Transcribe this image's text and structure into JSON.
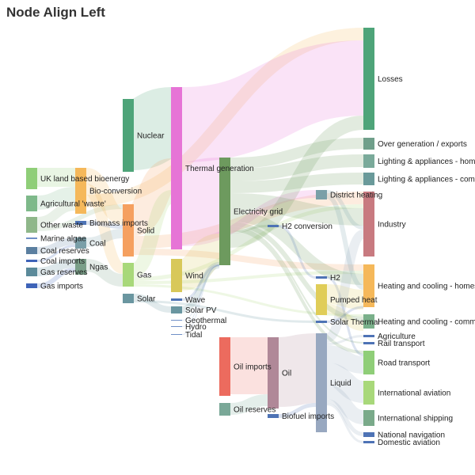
{
  "chart_data": {
    "type": "sankey",
    "title": "Node Align Left",
    "nodes": [
      {
        "id": "uk_land",
        "label": "UK land based bioenergy",
        "color": "#8fce78"
      },
      {
        "id": "agri_waste",
        "label": "Agricultural 'waste'",
        "color": "#7eb98a"
      },
      {
        "id": "other_waste",
        "label": "Other waste",
        "color": "#8fb78a"
      },
      {
        "id": "marine_algae",
        "label": "Marine algae",
        "color": "#6f8fc6"
      },
      {
        "id": "coal_reserves",
        "label": "Coal reserves",
        "color": "#5b7fa0"
      },
      {
        "id": "coal_imports",
        "label": "Coal imports",
        "color": "#3e63b8"
      },
      {
        "id": "gas_reserves",
        "label": "Gas reserves",
        "color": "#5b8a9a"
      },
      {
        "id": "gas_imports",
        "label": "Gas imports",
        "color": "#3e63b8"
      },
      {
        "id": "bio_conversion",
        "label": "Bio-conversion",
        "color": "#f5b85a"
      },
      {
        "id": "biomass_imports",
        "label": "Biomass imports",
        "color": "#4e73b5"
      },
      {
        "id": "coal",
        "label": "Coal",
        "color": "#7a9fa8"
      },
      {
        "id": "ngas",
        "label": "Ngas",
        "color": "#7a9f88"
      },
      {
        "id": "nuclear",
        "label": "Nuclear",
        "color": "#4ea479"
      },
      {
        "id": "solid",
        "label": "Solid",
        "color": "#f5a060"
      },
      {
        "id": "gas",
        "label": "Gas",
        "color": "#a8d87a"
      },
      {
        "id": "solar",
        "label": "Solar",
        "color": "#6a96a0"
      },
      {
        "id": "thermal",
        "label": "Thermal generation",
        "color": "#e674d6"
      },
      {
        "id": "wind",
        "label": "Wind",
        "color": "#d8c85a"
      },
      {
        "id": "wave",
        "label": "Wave",
        "color": "#4e73b5"
      },
      {
        "id": "solar_pv",
        "label": "Solar PV",
        "color": "#6a96a0"
      },
      {
        "id": "geothermal",
        "label": "Geothermal",
        "color": "#6f8fc6"
      },
      {
        "id": "hydro",
        "label": "Hydro",
        "color": "#6f8fc6"
      },
      {
        "id": "tidal",
        "label": "Tidal",
        "color": "#6f8fc6"
      },
      {
        "id": "oil_imports",
        "label": "Oil imports",
        "color": "#ec6b5e"
      },
      {
        "id": "oil_reserves",
        "label": "Oil reserves",
        "color": "#7aa898"
      },
      {
        "id": "elec_grid",
        "label": "Electricity grid",
        "color": "#6d9a5e"
      },
      {
        "id": "oil",
        "label": "Oil",
        "color": "#b08898"
      },
      {
        "id": "h2_conv",
        "label": "H2 conversion",
        "color": "#4e73b5"
      },
      {
        "id": "biofuel",
        "label": "Biofuel imports",
        "color": "#4e73b5"
      },
      {
        "id": "district",
        "label": "District heating",
        "color": "#7a9fa8"
      },
      {
        "id": "h2",
        "label": "H2",
        "color": "#4e73b5"
      },
      {
        "id": "pumped",
        "label": "Pumped heat",
        "color": "#e0cd58"
      },
      {
        "id": "solar_thermal",
        "label": "Solar Thermal",
        "color": "#4e73b5"
      },
      {
        "id": "liquid",
        "label": "Liquid",
        "color": "#98a8c0"
      },
      {
        "id": "losses",
        "label": "Losses",
        "color": "#4ea479"
      },
      {
        "id": "overgen",
        "label": "Over generation / exports",
        "color": "#6f9f8a"
      },
      {
        "id": "light_homes",
        "label": "Lighting & appliances - homes",
        "color": "#7aaa9a"
      },
      {
        "id": "light_comm",
        "label": "Lighting & appliances - commercial",
        "color": "#6a9a9a"
      },
      {
        "id": "industry",
        "label": "Industry",
        "color": "#c87a80"
      },
      {
        "id": "heat_homes",
        "label": "Heating and cooling - homes",
        "color": "#f5b85a"
      },
      {
        "id": "heat_comm",
        "label": "Heating and cooling - commercial",
        "color": "#7ab08a"
      },
      {
        "id": "agriculture",
        "label": "Agriculture",
        "color": "#4e73b5"
      },
      {
        "id": "rail",
        "label": "Rail transport",
        "color": "#4e73b5"
      },
      {
        "id": "road",
        "label": "Road transport",
        "color": "#8fce78"
      },
      {
        "id": "intl_aviation",
        "label": "International aviation",
        "color": "#a8d87a"
      },
      {
        "id": "intl_shipping",
        "label": "International shipping",
        "color": "#7aaa8a"
      },
      {
        "id": "national_nav",
        "label": "National navigation",
        "color": "#4e73b5"
      },
      {
        "id": "domestic_av",
        "label": "Domestic aviation",
        "color": "#4e73b5"
      }
    ],
    "links": [
      {
        "source": "uk_land",
        "target": "bio_conversion",
        "color": "#8fce78"
      },
      {
        "source": "agri_waste",
        "target": "bio_conversion",
        "color": "#7eb98a"
      },
      {
        "source": "other_waste",
        "target": "bio_conversion",
        "color": "#8fb78a"
      },
      {
        "source": "other_waste",
        "target": "solid",
        "color": "#8fb78a"
      },
      {
        "source": "coal_reserves",
        "target": "coal",
        "color": "#5b7fa0"
      },
      {
        "source": "coal_imports",
        "target": "coal",
        "color": "#3e63b8"
      },
      {
        "source": "gas_reserves",
        "target": "ngas",
        "color": "#5b8a9a"
      },
      {
        "source": "gas_imports",
        "target": "ngas",
        "color": "#3e63b8"
      },
      {
        "source": "bio_conversion",
        "target": "solid",
        "color": "#f5b85a"
      },
      {
        "source": "bio_conversion",
        "target": "gas",
        "color": "#f5b85a"
      },
      {
        "source": "bio_conversion",
        "target": "losses",
        "color": "#f5b85a"
      },
      {
        "source": "biomass_imports",
        "target": "solid",
        "color": "#4e73b5"
      },
      {
        "source": "coal",
        "target": "solid",
        "color": "#7a9fa8"
      },
      {
        "source": "ngas",
        "target": "gas",
        "color": "#7a9f88"
      },
      {
        "source": "nuclear",
        "target": "thermal",
        "color": "#4ea479"
      },
      {
        "source": "solid",
        "target": "thermal",
        "color": "#f5a060"
      },
      {
        "source": "solid",
        "target": "industry",
        "color": "#f5a060"
      },
      {
        "source": "solid",
        "target": "heat_homes",
        "color": "#f5a060"
      },
      {
        "source": "gas",
        "target": "thermal",
        "color": "#a8d87a"
      },
      {
        "source": "gas",
        "target": "industry",
        "color": "#a8d87a"
      },
      {
        "source": "gas",
        "target": "heat_homes",
        "color": "#a8d87a"
      },
      {
        "source": "gas",
        "target": "heat_comm",
        "color": "#a8d87a"
      },
      {
        "source": "solar",
        "target": "solar_pv",
        "color": "#6a96a0"
      },
      {
        "source": "solar",
        "target": "solar_thermal",
        "color": "#6a96a0"
      },
      {
        "source": "thermal",
        "target": "losses",
        "color": "#e674d6"
      },
      {
        "source": "thermal",
        "target": "elec_grid",
        "color": "#e674d6"
      },
      {
        "source": "thermal",
        "target": "district",
        "color": "#e674d6"
      },
      {
        "source": "wind",
        "target": "elec_grid",
        "color": "#d8c85a"
      },
      {
        "source": "wave",
        "target": "elec_grid",
        "color": "#4e73b5"
      },
      {
        "source": "solar_pv",
        "target": "elec_grid",
        "color": "#6a96a0"
      },
      {
        "source": "geothermal",
        "target": "elec_grid",
        "color": "#6f8fc6"
      },
      {
        "source": "hydro",
        "target": "elec_grid",
        "color": "#6f8fc6"
      },
      {
        "source": "tidal",
        "target": "elec_grid",
        "color": "#6f8fc6"
      },
      {
        "source": "elec_grid",
        "target": "overgen",
        "color": "#6d9a5e"
      },
      {
        "source": "elec_grid",
        "target": "light_homes",
        "color": "#6d9a5e"
      },
      {
        "source": "elec_grid",
        "target": "light_comm",
        "color": "#6d9a5e"
      },
      {
        "source": "elec_grid",
        "target": "industry",
        "color": "#6d9a5e"
      },
      {
        "source": "elec_grid",
        "target": "heat_homes",
        "color": "#6d9a5e"
      },
      {
        "source": "elec_grid",
        "target": "heat_comm",
        "color": "#6d9a5e"
      },
      {
        "source": "elec_grid",
        "target": "rail",
        "color": "#6d9a5e"
      },
      {
        "source": "elec_grid",
        "target": "road",
        "color": "#6d9a5e"
      },
      {
        "source": "elec_grid",
        "target": "h2_conv",
        "color": "#6d9a5e"
      },
      {
        "source": "elec_grid",
        "target": "losses",
        "color": "#6d9a5e"
      },
      {
        "source": "h2_conv",
        "target": "h2",
        "color": "#4e73b5"
      },
      {
        "source": "district",
        "target": "industry",
        "color": "#7a9fa8"
      },
      {
        "source": "district",
        "target": "heat_homes",
        "color": "#7a9fa8"
      },
      {
        "source": "h2",
        "target": "road",
        "color": "#4e73b5"
      },
      {
        "source": "pumped",
        "target": "heat_homes",
        "color": "#e0cd58"
      },
      {
        "source": "pumped",
        "target": "heat_comm",
        "color": "#e0cd58"
      },
      {
        "source": "solar_thermal",
        "target": "heat_homes",
        "color": "#4e73b5"
      },
      {
        "source": "oil_imports",
        "target": "oil",
        "color": "#ec6b5e"
      },
      {
        "source": "oil_reserves",
        "target": "oil",
        "color": "#7aa898"
      },
      {
        "source": "oil",
        "target": "liquid",
        "color": "#b08898"
      },
      {
        "source": "biofuel",
        "target": "liquid",
        "color": "#4e73b5"
      },
      {
        "source": "liquid",
        "target": "industry",
        "color": "#98a8c0"
      },
      {
        "source": "liquid",
        "target": "agriculture",
        "color": "#98a8c0"
      },
      {
        "source": "liquid",
        "target": "road",
        "color": "#98a8c0"
      },
      {
        "source": "liquid",
        "target": "intl_aviation",
        "color": "#98a8c0"
      },
      {
        "source": "liquid",
        "target": "intl_shipping",
        "color": "#98a8c0"
      },
      {
        "source": "liquid",
        "target": "national_nav",
        "color": "#98a8c0"
      },
      {
        "source": "liquid",
        "target": "domestic_av",
        "color": "#98a8c0"
      }
    ]
  }
}
